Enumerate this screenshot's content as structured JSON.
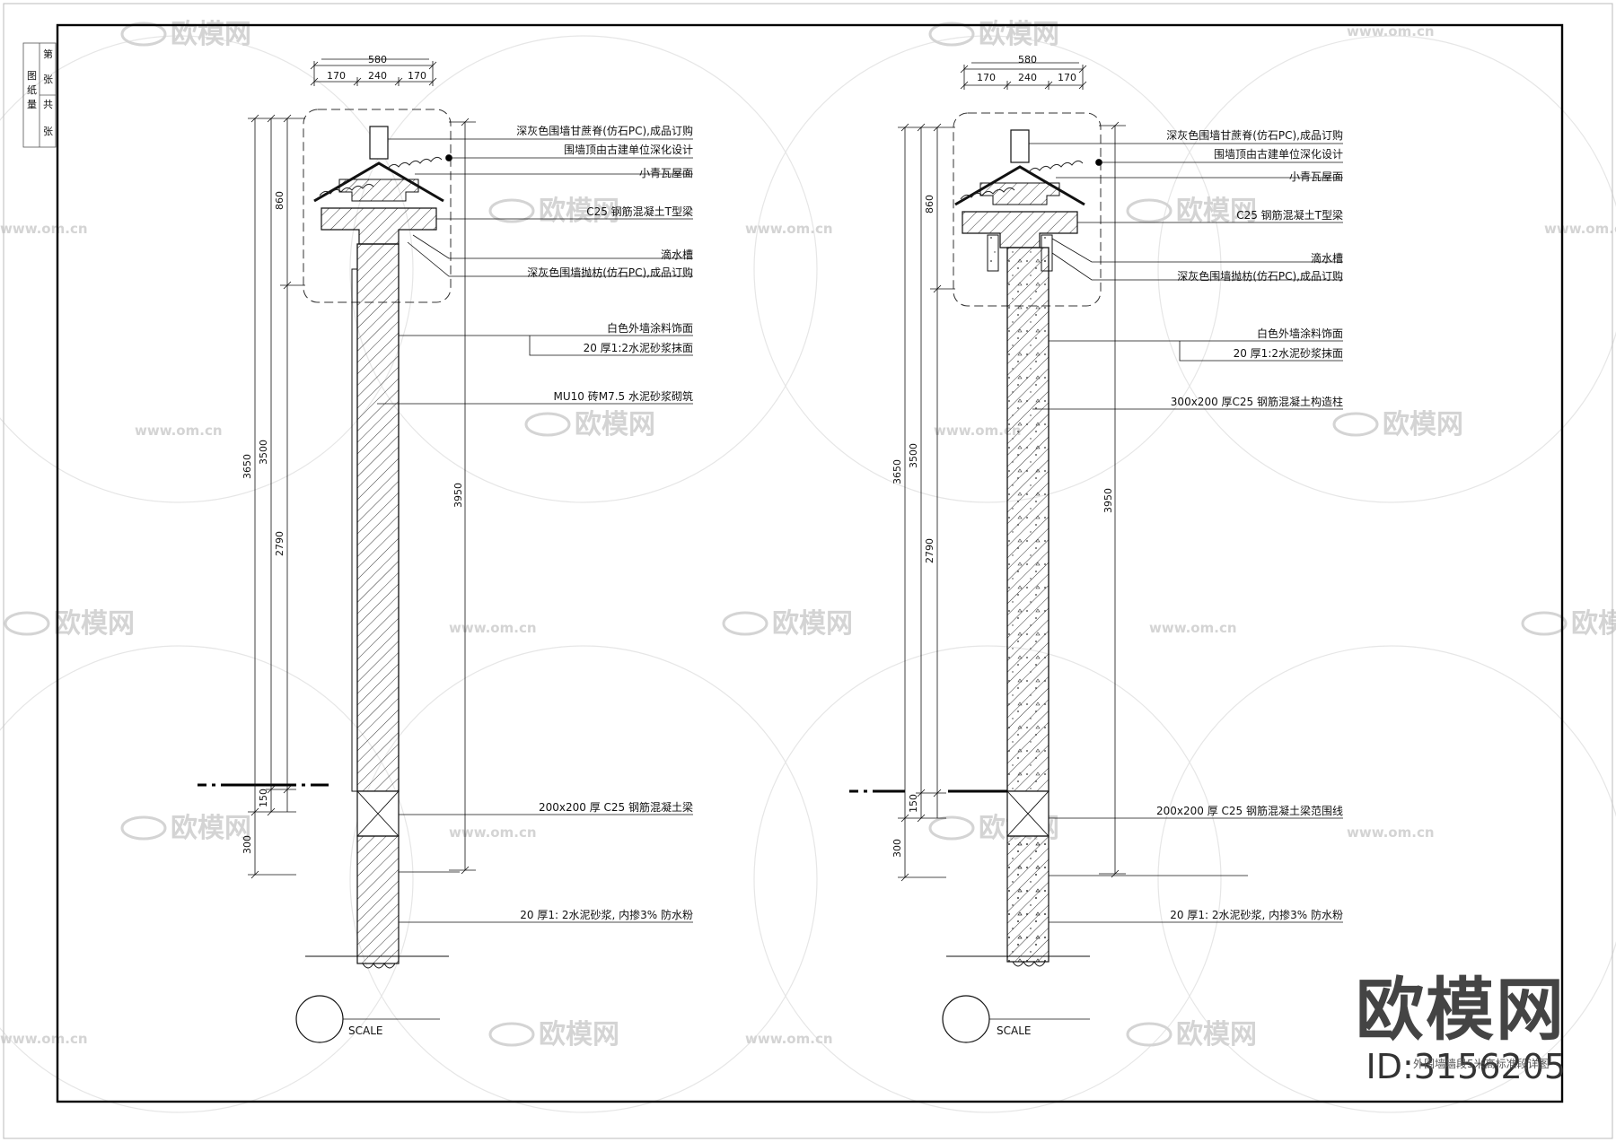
{
  "title_block": {
    "chars": [
      "图",
      "纸",
      "量"
    ],
    "sheet_no": [
      "第",
      "张"
    ],
    "sheet_total": [
      "共",
      "张"
    ]
  },
  "watermark": {
    "text": "欧模网",
    "url": "www.om.cn"
  },
  "brand": {
    "logo": "欧模网",
    "id": "ID:3156205"
  },
  "bottom_caption": "外围墙墙段5米高标准段详图",
  "details": [
    {
      "top_dims": {
        "total": "580",
        "parts": [
          "170",
          "240",
          "170"
        ]
      },
      "left_dims": {
        "outer": "3650",
        "inner": "3500",
        "roof": "860",
        "mid": "2790",
        "base1": "150",
        "base2": "300"
      },
      "right_dim": "3950",
      "scale_label": "SCALE",
      "annotations": [
        "深灰色围墙甘蔗脊(仿石PC),成品订购",
        "围墙顶由古建单位深化设计",
        "小青瓦屋面",
        "C25 钢筋混凝土T型梁",
        "滴水槽",
        "深灰色围墙抛枋(仿石PC),成品订购",
        "白色外墙涂料饰面",
        "20 厚1:2水泥砂浆抹面",
        "MU10 砖M7.5 水泥砂浆砌筑",
        "200x200 厚 C25 钢筋混凝土梁",
        "20 厚1: 2水泥砂浆, 内掺3% 防水粉"
      ]
    },
    {
      "top_dims": {
        "total": "580",
        "parts": [
          "170",
          "240",
          "170"
        ]
      },
      "left_dims": {
        "outer": "3650",
        "inner": "3500",
        "roof": "860",
        "mid": "2790",
        "base1": "150",
        "base2": "300"
      },
      "right_dim": "3950",
      "scale_label": "SCALE",
      "annotations": [
        "深灰色围墙甘蔗脊(仿石PC),成品订购",
        "围墙顶由古建单位深化设计",
        "小青瓦屋面",
        "C25 钢筋混凝土T型梁",
        "滴水槽",
        "深灰色围墙抛枋(仿石PC),成品订购",
        "白色外墙涂料饰面",
        "20 厚1:2水泥砂浆抹面",
        "300x200 厚C25 钢筋混凝土构造柱",
        "200x200 厚 C25 钢筋混凝土梁范围线",
        "20 厚1: 2水泥砂浆, 内掺3% 防水粉"
      ]
    }
  ]
}
